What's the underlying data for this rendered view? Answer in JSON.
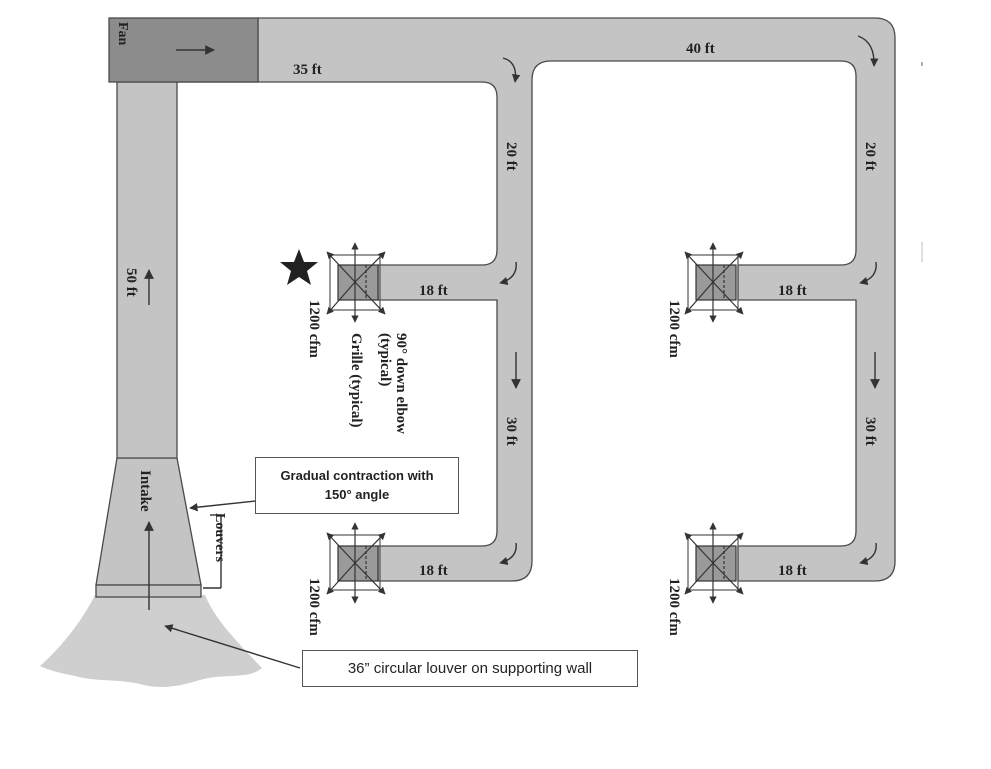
{
  "labels": {
    "fan": "Fan",
    "intake": "Intake",
    "louvers": "Louvers",
    "duct_50": "50 ft",
    "duct_35": "35 ft",
    "duct_40": "40 ft",
    "duct_20_left": "20 ft",
    "duct_20_right": "20 ft",
    "duct_30_left": "30 ft",
    "duct_30_right": "30 ft",
    "branch_18_tl": "18 ft",
    "branch_18_bl": "18 ft",
    "branch_18_tr": "18 ft",
    "branch_18_br": "18 ft",
    "cfm_tl": "1200 cfm",
    "cfm_bl": "1200 cfm",
    "cfm_tr": "1200 cfm",
    "cfm_br": "1200 cfm",
    "elbow_line1": "90° down elbow",
    "elbow_line2": "(typical)",
    "grille": "Grille (typical)"
  },
  "callouts": {
    "contraction_line1": "Gradual contraction with",
    "contraction_line2": "150° angle",
    "louver": "36” circular louver on supporting wall"
  },
  "colors": {
    "duct_fill": "#c4c4c4",
    "duct_stroke": "#4a4a4a",
    "fan_fill": "#8c8c8c",
    "grille_fill": "#9a9a9a",
    "wall_fill": "#cfcfcf",
    "star": "#222222"
  }
}
